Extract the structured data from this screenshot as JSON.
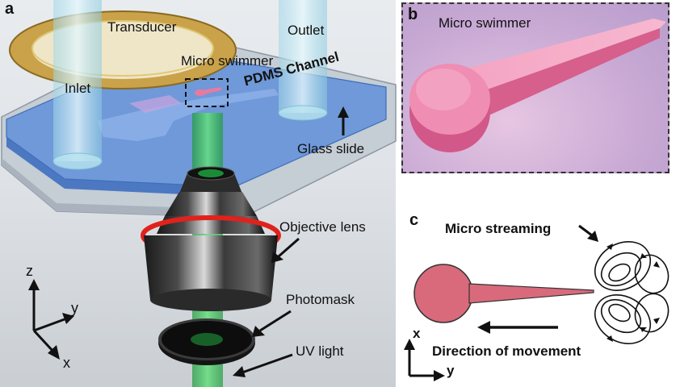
{
  "panel_a": {
    "letter": "a",
    "labels": {
      "transducer": "Transducer",
      "outlet": "Outlet",
      "micro_swimmer": "Micro swimmer",
      "inlet": "Inlet",
      "pdms_channel": "PDMS Channel",
      "glass_slide": "Glass slide",
      "objective_lens": "Objective lens",
      "photomask": "Photomask",
      "uv_light": "UV light"
    },
    "axes": {
      "z": "z",
      "y": "y",
      "x": "x"
    },
    "colors": {
      "channel": "#5f8fd8",
      "glass": "#c4cdd6",
      "transducer": "#c9a24a",
      "light": "#2db84c",
      "ring": "#e0221c",
      "swimmer": "#e77a9f"
    }
  },
  "panel_b": {
    "letter": "b",
    "title": "Micro swimmer",
    "colors": {
      "body": "#ec86ad",
      "background": "#c8a9d4"
    }
  },
  "panel_c": {
    "letter": "c",
    "streaming_label": "Micro streaming",
    "movement_label": "Direction of movement",
    "axes": {
      "x": "x",
      "y": "y"
    },
    "colors": {
      "swimmer": "#d86a7c"
    }
  }
}
